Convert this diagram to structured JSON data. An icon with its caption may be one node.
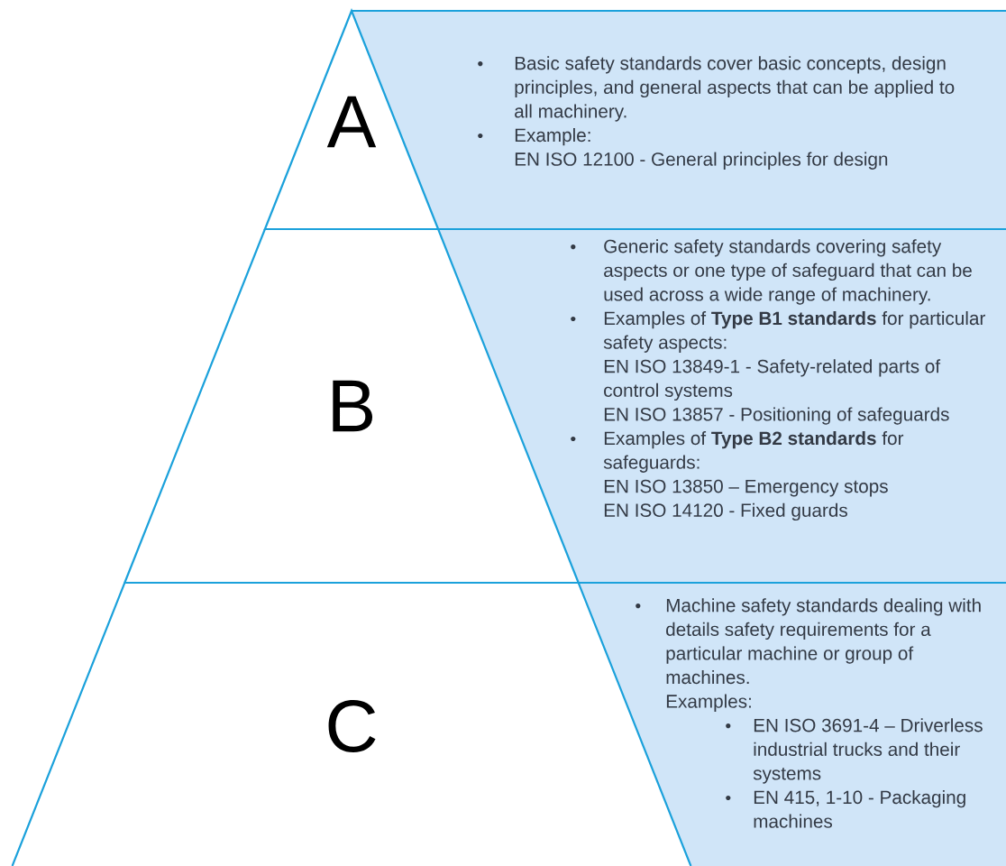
{
  "diagram": {
    "nodes": [
      {
        "text": [
          "A"
        ]
      },
      {
        "text": [
          "Basic safety standards cover basic concepts, design principles, and general aspects that can be applied to all machinery.",
          "Example:",
          "EN ISO 12100 - General principles for design"
        ]
      },
      {
        "text": [
          "B"
        ]
      },
      {
        "text": [
          "Generic safety standards covering safety aspects or one type of safeguard that can be used across a wide range of machinery.",
          "Examples of **Type B1 standards** for particular safety aspects:",
          "EN ISO 13849-1 - Safety-related parts of control systems",
          "EN ISO 13857 - Positioning of safeguards",
          "Examples of **Type B2 standards** for safeguards:",
          "EN ISO 13850 – Emergency stops",
          "EN ISO 14120 - Fixed guards"
        ]
      },
      {
        "text": [
          "C"
        ]
      },
      {
        "text": [
          "Machine safety standards dealing with details safety requirements for a particular machine or group of machines.",
          "Examples:",
          "EN ISO 3691-4 – Driverless industrial trucks and their systems",
          "EN 415, 1-10 - Packaging machines"
        ]
      }
    ]
  }
}
